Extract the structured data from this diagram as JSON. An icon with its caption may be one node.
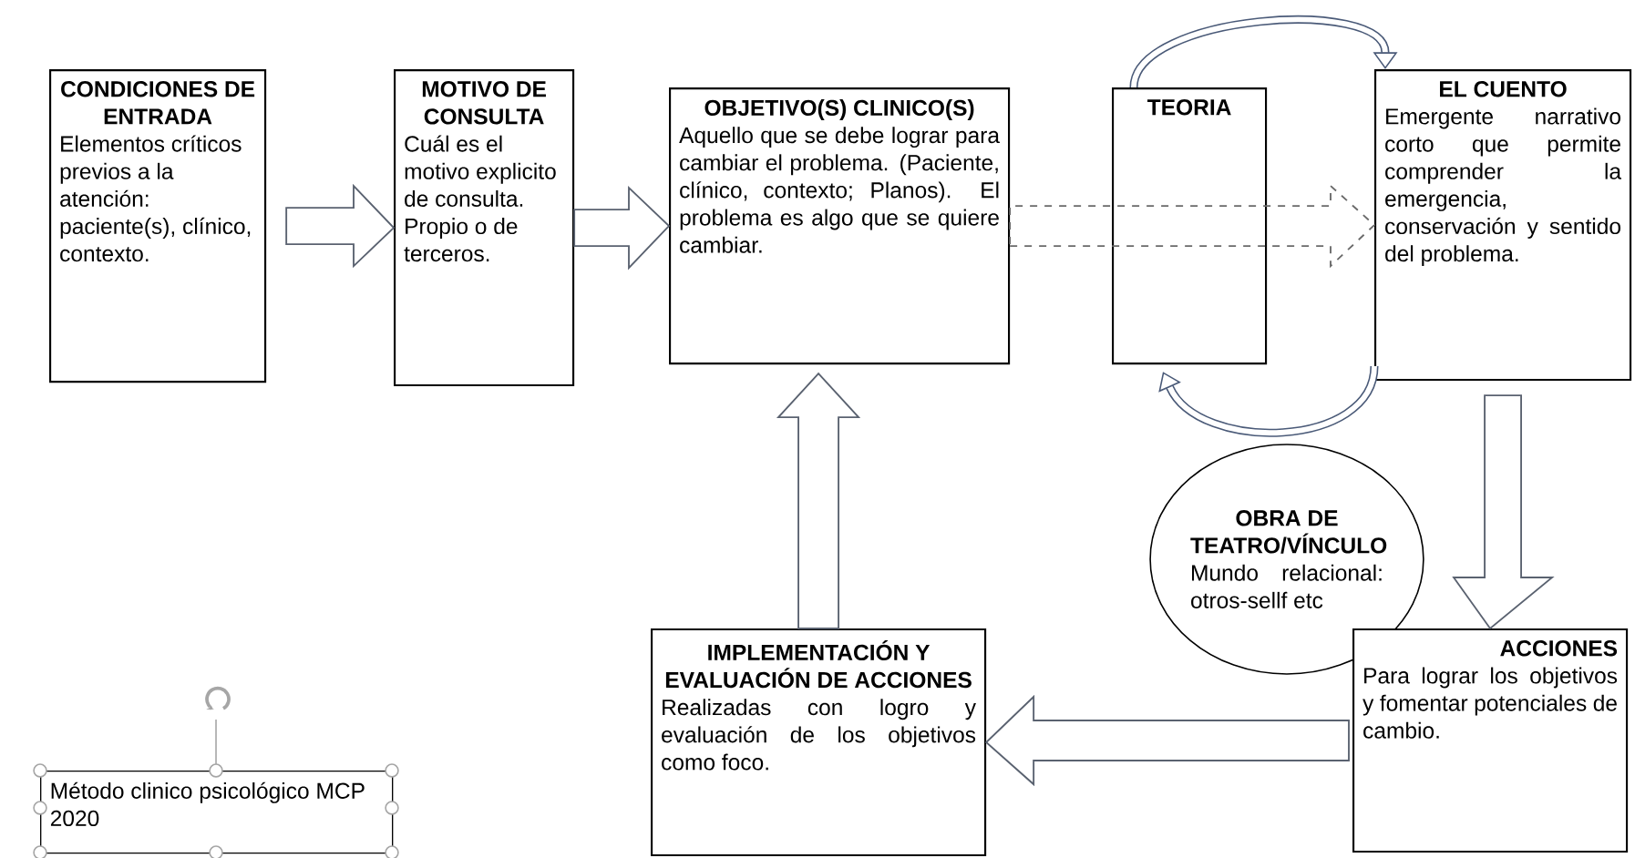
{
  "diagram": {
    "nodes": [
      {
        "text": [
          "CONDICIONES DE ENTRADA",
          "Elementos críticos previos a la atención: paciente(s), clínico, contexto."
        ]
      },
      {
        "text": [
          "MOTIVO DE CONSULTA",
          "Cuál es el motivo explicito de consulta. Propio o de terceros."
        ]
      },
      {
        "text": [
          "OBJETIVO(S) CLINICO(S)",
          "Aquello que se debe lograr para cambiar el problema. (Paciente, clínico, contexto; Planos). El problema es algo que se quiere cambiar."
        ]
      },
      {
        "text": [
          "TEORIA"
        ]
      },
      {
        "text": [
          "EL CUENTO",
          "Emergente narrativo corto que permite comprender la emergencia, conservación y sentido del problema."
        ]
      },
      {
        "text": [
          "OBRA DE TEATRO/VÍNCULO",
          "Mundo relacional: otros-sellf etc"
        ]
      },
      {
        "text": [
          "ACCIONES",
          "Para lograr los objetivos y fomentar potenciales de cambio."
        ]
      },
      {
        "text": [
          "IMPLEMENTACIÓN Y EVALUACIÓN DE ACCIONES",
          "Realizadas con logro y evaluación de los objetivos como foco."
        ]
      },
      {
        "text": [
          "Método clinico psicológico MCP 2020"
        ]
      }
    ],
    "edges": [
      {
        "from": 0,
        "to": 1,
        "arrow": "to"
      },
      {
        "from": 1,
        "to": 2,
        "arrow": "to"
      },
      {
        "from": 2,
        "to": 4,
        "arrow": "to",
        "style": "dashed"
      },
      {
        "from": 3,
        "to": 4,
        "arrow": "to"
      },
      {
        "from": 4,
        "to": 3,
        "arrow": "to"
      },
      {
        "from": 4,
        "to": 6,
        "arrow": "to"
      },
      {
        "from": 6,
        "to": 7,
        "arrow": "to"
      },
      {
        "from": 7,
        "to": 2,
        "arrow": "to"
      }
    ]
  }
}
